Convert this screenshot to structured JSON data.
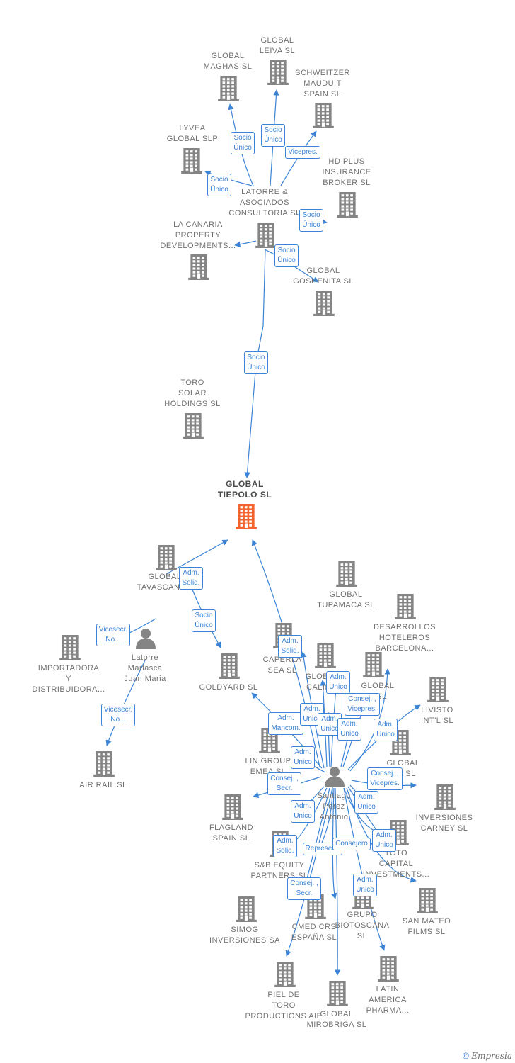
{
  "colors": {
    "edge": "#3a83d6",
    "company": "#858585",
    "main": "#f4622f",
    "person": "#858585"
  },
  "nodes": [
    {
      "id": "leiva",
      "type": "company",
      "label": "GLOBAL\nLEIVA  SL"
    },
    {
      "id": "maghas",
      "type": "company",
      "label": "GLOBAL\nMAGHAS  SL"
    },
    {
      "id": "schweitzer",
      "type": "company",
      "label": "SCHWEITZER\nMAUDUIT\nSPAIN SL"
    },
    {
      "id": "lyvea",
      "type": "company",
      "label": "LYVEA\nGLOBAL  SLP"
    },
    {
      "id": "hdplus",
      "type": "company",
      "label": "HD PLUS\nINSURANCE\nBROKER  SL"
    },
    {
      "id": "latorre_asoc",
      "type": "company",
      "label": "LATORRE &\nASOCIADOS\nCONSULTORIA SL"
    },
    {
      "id": "canaria",
      "type": "company",
      "label": "LA CANARIA\nPROPERTY\nDEVELOPMENTS..."
    },
    {
      "id": "goshenita",
      "type": "company",
      "label": "GLOBAL\nGOSHENITA SL"
    },
    {
      "id": "toro_solar",
      "type": "company",
      "label": "TORO\nSOLAR\nHOLDINGS  SL"
    },
    {
      "id": "tiepolo",
      "type": "main",
      "label": "GLOBAL\nTIEPOLO  SL"
    },
    {
      "id": "tavascan",
      "type": "company",
      "label": "GLOBAL\nTAVASCAN SL"
    },
    {
      "id": "tupamaca",
      "type": "company",
      "label": "GLOBAL\nTUPAMACA SL"
    },
    {
      "id": "desarrollos",
      "type": "company",
      "label": "DESARROLLOS\nHOTELEROS\nBARCELONA..."
    },
    {
      "id": "latorre_p",
      "type": "person",
      "label": "Latorre\nMarlasca\nJuan Maria"
    },
    {
      "id": "importadora",
      "type": "company",
      "label": "IMPORTADORA\nY\nDISTRIBUIDORA..."
    },
    {
      "id": "goldyard",
      "type": "company",
      "label": "GOLDYARD SL"
    },
    {
      "id": "caperla",
      "type": "company",
      "label": "CAPERLA\nSEA SL"
    },
    {
      "id": "calima",
      "type": "company",
      "label": "GLOBAL\nCALIMA"
    },
    {
      "id": "global_a",
      "type": "company",
      "label": "GLOBAL\nA SL"
    },
    {
      "id": "livisto",
      "type": "company",
      "label": "LIVISTO\nINT'L  SL"
    },
    {
      "id": "airrail",
      "type": "company",
      "label": "AIR RAIL SL"
    },
    {
      "id": "lin",
      "type": "company",
      "label": "LIN GROUP\nEMEA  SL"
    },
    {
      "id": "global_no",
      "type": "company",
      "label": "GLOBAL\nNO SL"
    },
    {
      "id": "santiago",
      "type": "person",
      "label": "Santiago\nPerez\nAntonio"
    },
    {
      "id": "carney",
      "type": "company",
      "label": "INVERSIONES\nCARNEY SL"
    },
    {
      "id": "flagland",
      "type": "company",
      "label": "FLAGLAND\nSPAIN SL"
    },
    {
      "id": "capital",
      "type": "company",
      "label": "TOTO\nCAPITAL\nINVESTMENTS..."
    },
    {
      "id": "sb",
      "type": "company",
      "label": "S&B EQUITY\nPARTNERS  SL"
    },
    {
      "id": "sanmateo",
      "type": "company",
      "label": "SAN MATEO\nFILMS SL"
    },
    {
      "id": "simog",
      "type": "company",
      "label": "SIMOG\nINVERSIONES SA"
    },
    {
      "id": "cmed",
      "type": "company",
      "label": "CMED CRS\nESPAÑA  SL"
    },
    {
      "id": "biotoscana",
      "type": "company",
      "label": "GRUPO\nBIOTOSCANA\nSL"
    },
    {
      "id": "latin",
      "type": "company",
      "label": "LATIN\nAMERICA\nPHARMA..."
    },
    {
      "id": "piel",
      "type": "company",
      "label": "PIEL DE\nTORO\nPRODUCTIONS AIE"
    },
    {
      "id": "mirobriga",
      "type": "company",
      "label": "GLOBAL\nMIROBRIGA SL"
    }
  ],
  "edges": [
    {
      "label": "Socio\nÚnico"
    },
    {
      "label": "Socio\nÚnico"
    },
    {
      "label": "Vicepres."
    },
    {
      "label": "Socio\nÚnico"
    },
    {
      "label": "Socio\nÚnico"
    },
    {
      "label": "Socio\nÚnico"
    },
    {
      "label": "Socio\nÚnico"
    },
    {
      "label": "Socio\nÚnico"
    },
    {
      "label": "Adm.\nSolid."
    },
    {
      "label": "Socio\nÚnico"
    },
    {
      "label": "Vicesecr.\nNo..."
    },
    {
      "label": "Vicesecr.\nNo..."
    },
    {
      "label": "Adm.\nSolid."
    },
    {
      "label": "Adm.\nUnico"
    },
    {
      "label": "Consej. ,\nVicepres."
    },
    {
      "label": "Consej. ,\nSecr."
    },
    {
      "label": "Adm.\nMancom."
    },
    {
      "label": "Adm.\nUnico"
    },
    {
      "label": "Adm.\nUnico"
    },
    {
      "label": "Adm.\nUnico"
    },
    {
      "label": "Adm.\nUnico"
    },
    {
      "label": "Adm.\nUnico"
    },
    {
      "label": "Adm.\nUnico"
    },
    {
      "label": "Consej. ,\nSecr."
    },
    {
      "label": "Consej. ,\nVicepres."
    },
    {
      "label": "Adm.\nUnico"
    },
    {
      "label": "Adm.\nUnico"
    },
    {
      "label": "Represent."
    },
    {
      "label": "Consejero"
    },
    {
      "label": "Adm.\nUnico"
    },
    {
      "label": "Adm.\nSolid."
    },
    {
      "label": "Adm.\nUnico"
    },
    {
      "label": "Consej. ,\nSecr."
    },
    {
      "label": ""
    },
    {
      "label": ""
    },
    {
      "label": ""
    },
    {
      "label": ""
    }
  ],
  "footer": {
    "symbol": "©",
    "brand": "Empresia"
  }
}
